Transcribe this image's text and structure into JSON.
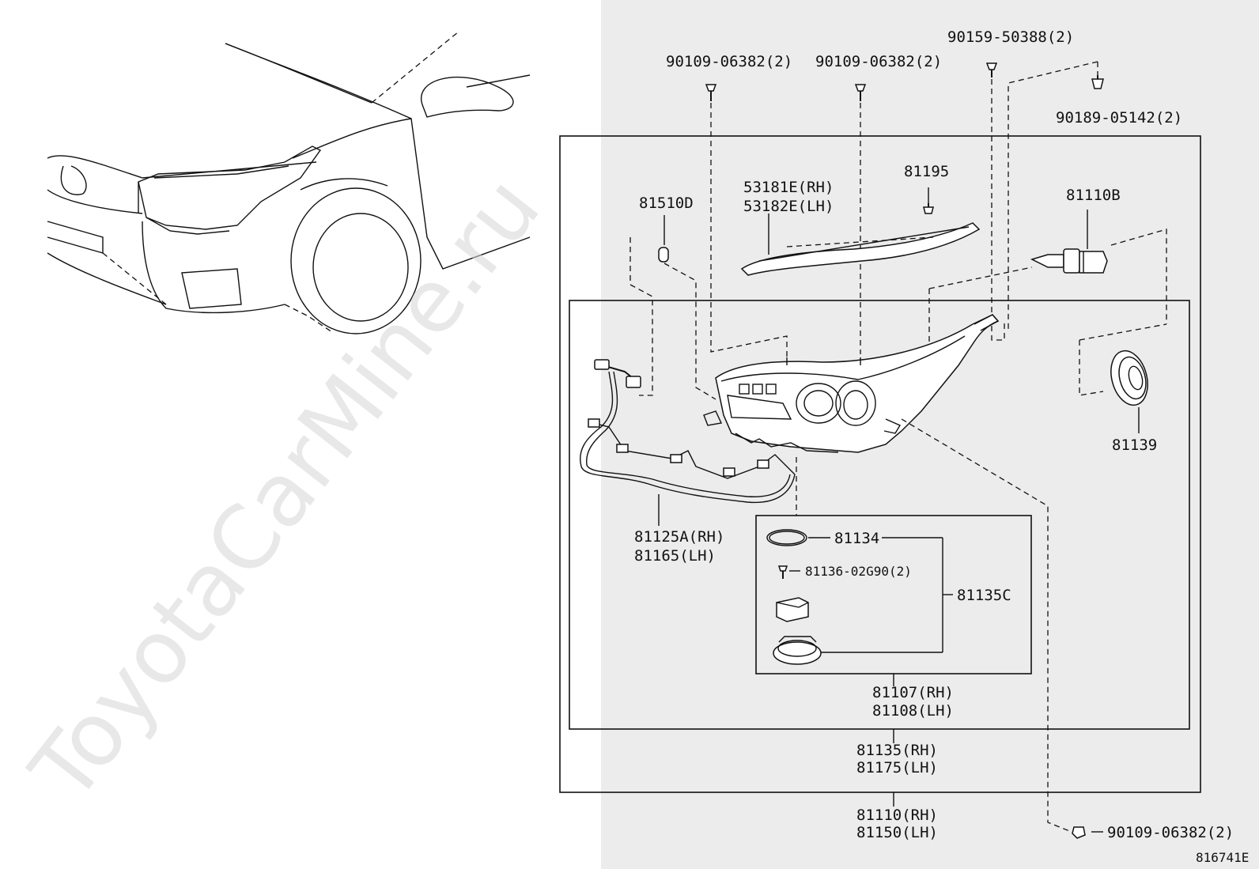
{
  "watermark": "ToyotaCarMine.ru",
  "diagram_code": "816741E",
  "colors": {
    "panel": "#ececec",
    "ink": "#111111",
    "watermark": "#d6d6d6"
  },
  "labels": {
    "bolt_a": "90109-06382(2)",
    "bolt_b": "90109-06382(2)",
    "bolt_c": "90159-50388(2)",
    "clip": "90189-05142(2)",
    "screw_bottom": "90109-06382(2)",
    "bulb_small": "81510D",
    "cover_rh": "53181E(RH)",
    "cover_lh": "53182E(LH)",
    "screw_top": "81195",
    "bulb_main": "81110B",
    "cap": "81139",
    "wire_rh": "81125A(RH)",
    "wire_lh": "81165(LH)",
    "gasket": "81134",
    "screw_small": "81136-02G90(2)",
    "ballast": "81135C",
    "unit_rh": "81107(RH)",
    "unit_lh": "81108(LH)",
    "sub_rh": "81135(RH)",
    "sub_lh": "81175(LH)",
    "assy_rh": "81110(RH)",
    "assy_lh": "81150(LH)"
  }
}
